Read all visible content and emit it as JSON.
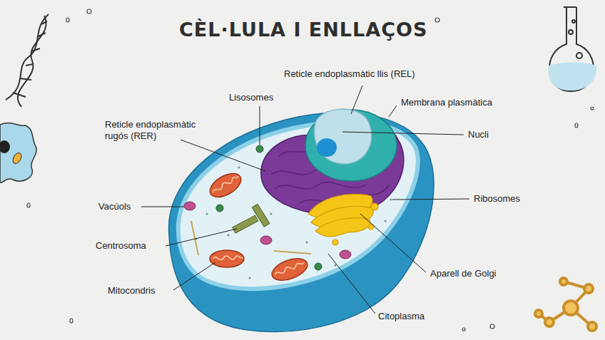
{
  "diagram": {
    "title": "CÈL·LULA I ENLLAÇOS",
    "labels": [
      "Reticle endoplasmàtic llis (REL)",
      "Lisosomes",
      "Membrana plasmàtica",
      "Reticle endoplasmàtic rugós (RER)",
      "Nucli",
      "Ribosomes",
      "Vacúols",
      "Centrosoma",
      "Mitocondris",
      "Aparell de Golgi",
      "Citoplasma"
    ]
  }
}
